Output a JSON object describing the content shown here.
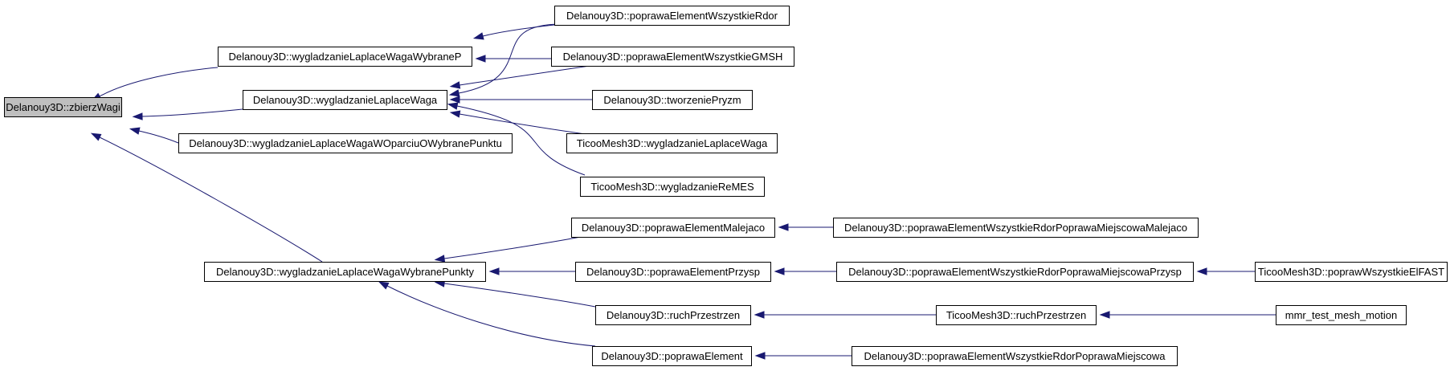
{
  "graph": {
    "edge_color": "#191970",
    "root_fill": "#bfbfbf",
    "nodes": [
      {
        "id": "zbierz",
        "label": "Delanouy3D::zbierzWagi",
        "root": true
      },
      {
        "id": "wlwWybraneP",
        "label": "Delanouy3D::wygladzanieLaplaceWagaWybraneP"
      },
      {
        "id": "wlw",
        "label": "Delanouy3D::wygladzanieLaplaceWaga"
      },
      {
        "id": "wlwOparciu",
        "label": "Delanouy3D::wygladzanieLaplaceWagaWOparciuOWybranePunktu"
      },
      {
        "id": "wlwWybranePunkty",
        "label": "Delanouy3D::wygladzanieLaplaceWagaWybranePunkty"
      },
      {
        "id": "pewRdor",
        "label": "Delanouy3D::poprawaElementWszystkieRdor"
      },
      {
        "id": "pewGMSH",
        "label": "Delanouy3D::poprawaElementWszystkieGMSH"
      },
      {
        "id": "tworzenie",
        "label": "Delanouy3D::tworzeniePryzm"
      },
      {
        "id": "ticooWlw",
        "label": "TicooMesh3D::wygladzanieLaplaceWaga"
      },
      {
        "id": "ticooReMES",
        "label": "TicooMesh3D::wygladzanieReMES"
      },
      {
        "id": "pemMalejaco",
        "label": "Delanouy3D::poprawaElementMalejaco"
      },
      {
        "id": "pemPrzysp",
        "label": "Delanouy3D::poprawaElementPrzysp"
      },
      {
        "id": "ruch",
        "label": "Delanouy3D::ruchPrzestrzen"
      },
      {
        "id": "poprawa",
        "label": "Delanouy3D::poprawaElement"
      },
      {
        "id": "pewrpmMalejaco",
        "label": "Delanouy3D::poprawaElementWszystkieRdorPoprawaMiejscowaMalejaco"
      },
      {
        "id": "pewrpmPrzysp",
        "label": "Delanouy3D::poprawaElementWszystkieRdorPoprawaMiejscowaPrzysp"
      },
      {
        "id": "ticooRuch",
        "label": "TicooMesh3D::ruchPrzestrzen"
      },
      {
        "id": "pewrpm",
        "label": "Delanouy3D::poprawaElementWszystkieRdorPoprawaMiejscowa"
      },
      {
        "id": "ticooPoprawWsz",
        "label": "TicooMesh3D::poprawWszystkieElFAST"
      },
      {
        "id": "mmr",
        "label": "mmr_test_mesh_motion"
      }
    ],
    "edges": [
      {
        "from": "wlwWybraneP",
        "to": "zbierz"
      },
      {
        "from": "wlw",
        "to": "zbierz"
      },
      {
        "from": "wlwOparciu",
        "to": "zbierz"
      },
      {
        "from": "wlwWybranePunkty",
        "to": "zbierz"
      },
      {
        "from": "pewRdor",
        "to": "wlwWybraneP"
      },
      {
        "from": "pewGMSH",
        "to": "wlwWybraneP"
      },
      {
        "from": "pewRdor",
        "to": "wlw"
      },
      {
        "from": "pewGMSH",
        "to": "wlw"
      },
      {
        "from": "tworzenie",
        "to": "wlw"
      },
      {
        "from": "ticooWlw",
        "to": "wlw"
      },
      {
        "from": "ticooReMES",
        "to": "wlw"
      },
      {
        "from": "pemMalejaco",
        "to": "wlwWybranePunkty"
      },
      {
        "from": "pemPrzysp",
        "to": "wlwWybranePunkty"
      },
      {
        "from": "ruch",
        "to": "wlwWybranePunkty"
      },
      {
        "from": "poprawa",
        "to": "wlwWybranePunkty"
      },
      {
        "from": "pewrpmMalejaco",
        "to": "pemMalejaco"
      },
      {
        "from": "pewrpmPrzysp",
        "to": "pemPrzysp"
      },
      {
        "from": "ticooPoprawWsz",
        "to": "pewrpmPrzysp"
      },
      {
        "from": "ticooRuch",
        "to": "ruch"
      },
      {
        "from": "mmr",
        "to": "ticooRuch"
      },
      {
        "from": "pewrpm",
        "to": "poprawa"
      }
    ]
  }
}
